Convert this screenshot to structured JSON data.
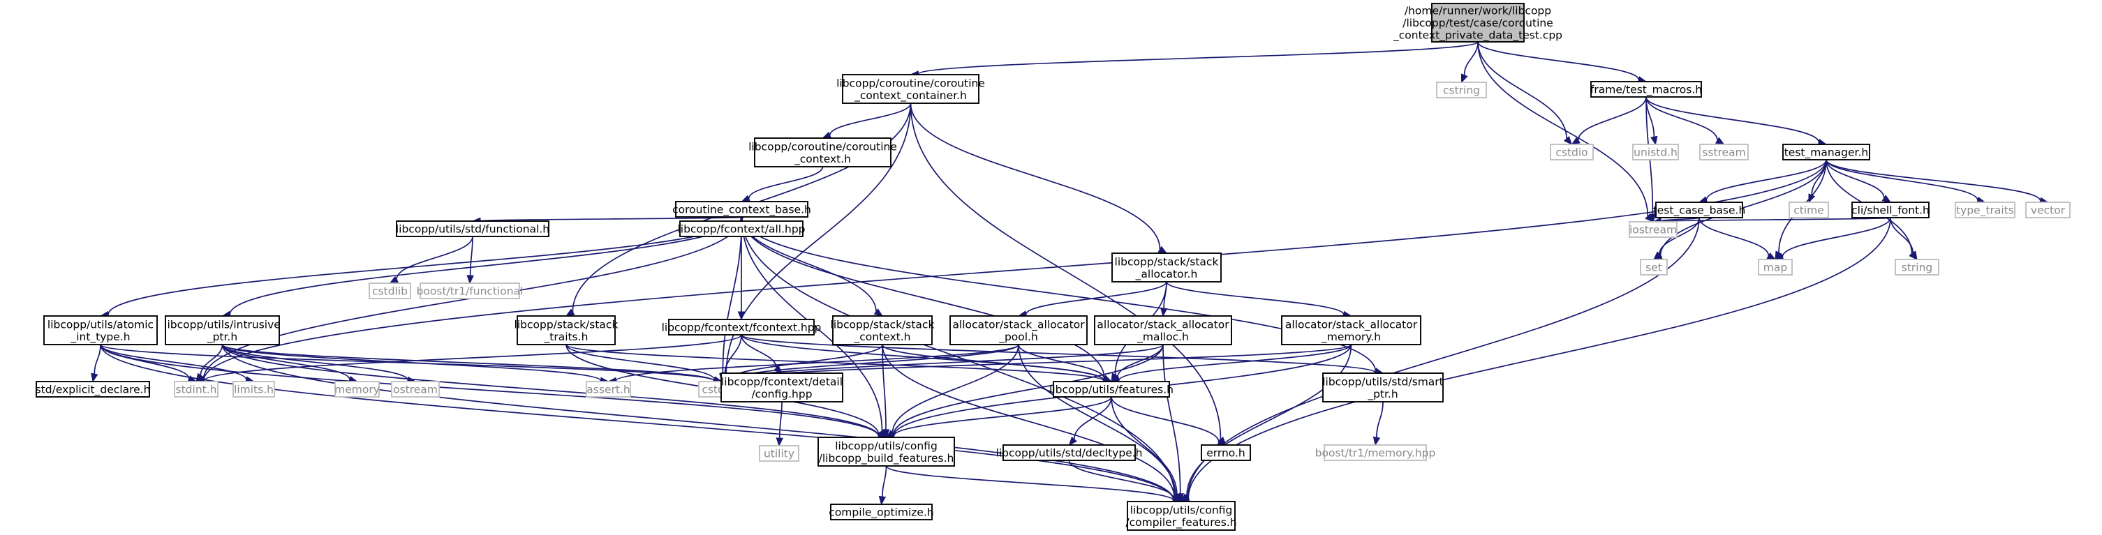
{
  "graph": {
    "nodes": [
      {
        "id": "root",
        "lines": [
          "/home/runner/work/libcopp",
          "/libcopp/test/case/coroutine",
          "_context_private_data_test.cpp"
        ],
        "kind": "root"
      },
      {
        "id": "coroutine_context_container",
        "lines": [
          "libcopp/coroutine/coroutine",
          "_context_container.h"
        ],
        "kind": "header"
      },
      {
        "id": "cstring",
        "lines": [
          "cstring"
        ],
        "kind": "system"
      },
      {
        "id": "frame_test_macros",
        "lines": [
          "frame/test_macros.h"
        ],
        "kind": "header"
      },
      {
        "id": "coroutine_context_h",
        "lines": [
          "libcopp/coroutine/coroutine",
          "_context.h"
        ],
        "kind": "header"
      },
      {
        "id": "cstdio",
        "lines": [
          "cstdio"
        ],
        "kind": "system"
      },
      {
        "id": "unistd",
        "lines": [
          "unistd.h"
        ],
        "kind": "system"
      },
      {
        "id": "sstream",
        "lines": [
          "sstream"
        ],
        "kind": "system"
      },
      {
        "id": "test_manager",
        "lines": [
          "test_manager.h"
        ],
        "kind": "header"
      },
      {
        "id": "coroutine_context_base",
        "lines": [
          "coroutine_context_base.h"
        ],
        "kind": "header"
      },
      {
        "id": "stack_allocator",
        "lines": [
          "libcopp/stack/stack",
          "_allocator.h"
        ],
        "kind": "header"
      },
      {
        "id": "test_case_base",
        "lines": [
          "test_case_base.h"
        ],
        "kind": "header"
      },
      {
        "id": "ctime",
        "lines": [
          "ctime"
        ],
        "kind": "system"
      },
      {
        "id": "shell_font",
        "lines": [
          "cli/shell_font.h"
        ],
        "kind": "header"
      },
      {
        "id": "type_traits",
        "lines": [
          "type_traits"
        ],
        "kind": "system"
      },
      {
        "id": "vector",
        "lines": [
          "vector"
        ],
        "kind": "system"
      },
      {
        "id": "iostream",
        "lines": [
          "iostream"
        ],
        "kind": "system"
      },
      {
        "id": "set",
        "lines": [
          "set"
        ],
        "kind": "system"
      },
      {
        "id": "map",
        "lines": [
          "map"
        ],
        "kind": "system"
      },
      {
        "id": "string",
        "lines": [
          "string"
        ],
        "kind": "system"
      },
      {
        "id": "std_functional",
        "lines": [
          "libcopp/utils/std/functional.h"
        ],
        "kind": "header"
      },
      {
        "id": "fcontext_all",
        "lines": [
          "libcopp/fcontext/all.hpp"
        ],
        "kind": "header"
      },
      {
        "id": "cstdlib",
        "lines": [
          "cstdlib"
        ],
        "kind": "system"
      },
      {
        "id": "boost_tr1_functional",
        "lines": [
          "boost/tr1/functional"
        ],
        "kind": "system"
      },
      {
        "id": "atomic_int_type",
        "lines": [
          "libcopp/utils/atomic",
          "_int_type.h"
        ],
        "kind": "header"
      },
      {
        "id": "intrusive_ptr",
        "lines": [
          "libcopp/utils/intrusive",
          "_ptr.h"
        ],
        "kind": "header"
      },
      {
        "id": "stack_traits",
        "lines": [
          "libcopp/stack/stack",
          "_traits.h"
        ],
        "kind": "header"
      },
      {
        "id": "fcontext_hpp",
        "lines": [
          "libcopp/fcontext/fcontext.hpp"
        ],
        "kind": "header"
      },
      {
        "id": "stack_context",
        "lines": [
          "libcopp/stack/stack",
          "_context.h"
        ],
        "kind": "header"
      },
      {
        "id": "alloc_pool",
        "lines": [
          "allocator/stack_allocator",
          "_pool.h"
        ],
        "kind": "header"
      },
      {
        "id": "alloc_malloc",
        "lines": [
          "allocator/stack_allocator",
          "_malloc.h"
        ],
        "kind": "header"
      },
      {
        "id": "alloc_memory",
        "lines": [
          "allocator/stack_allocator",
          "_memory.h"
        ],
        "kind": "header"
      },
      {
        "id": "explicit_declare",
        "lines": [
          "std/explicit_declare.h"
        ],
        "kind": "header"
      },
      {
        "id": "stdint",
        "lines": [
          "stdint.h"
        ],
        "kind": "system"
      },
      {
        "id": "limits",
        "lines": [
          "limits.h"
        ],
        "kind": "system"
      },
      {
        "id": "memory",
        "lines": [
          "memory"
        ],
        "kind": "system"
      },
      {
        "id": "ostream",
        "lines": [
          "ostream"
        ],
        "kind": "system"
      },
      {
        "id": "assert",
        "lines": [
          "assert.h"
        ],
        "kind": "system"
      },
      {
        "id": "cstddef",
        "lines": [
          "cstddef"
        ],
        "kind": "system"
      },
      {
        "id": "detail_config",
        "lines": [
          "libcopp/fcontext/detail",
          "/config.hpp"
        ],
        "kind": "header"
      },
      {
        "id": "features",
        "lines": [
          "libcopp/utils/features.h"
        ],
        "kind": "header"
      },
      {
        "id": "smart_ptr",
        "lines": [
          "libcopp/utils/std/smart",
          "_ptr.h"
        ],
        "kind": "header"
      },
      {
        "id": "utility",
        "lines": [
          "utility"
        ],
        "kind": "system"
      },
      {
        "id": "build_features",
        "lines": [
          "libcopp/utils/config",
          "/libcopp_build_features.h"
        ],
        "kind": "header"
      },
      {
        "id": "decltype",
        "lines": [
          "libcopp/utils/std/decltype.h"
        ],
        "kind": "header"
      },
      {
        "id": "errno",
        "lines": [
          "errno.h"
        ],
        "kind": "header"
      },
      {
        "id": "boost_tr1_memory",
        "lines": [
          "boost/tr1/memory.hpp"
        ],
        "kind": "system"
      },
      {
        "id": "compile_optimize",
        "lines": [
          "compile_optimize.h"
        ],
        "kind": "header"
      },
      {
        "id": "compiler_features",
        "lines": [
          "libcopp/utils/config",
          "/compiler_features.h"
        ],
        "kind": "header"
      }
    ],
    "edges": [
      [
        "root",
        "coroutine_context_container"
      ],
      [
        "root",
        "cstring"
      ],
      [
        "root",
        "frame_test_macros"
      ],
      [
        "root",
        "cstdio"
      ],
      [
        "root",
        "iostream"
      ],
      [
        "frame_test_macros",
        "cstdio"
      ],
      [
        "frame_test_macros",
        "unistd"
      ],
      [
        "frame_test_macros",
        "sstream"
      ],
      [
        "frame_test_macros",
        "test_manager"
      ],
      [
        "frame_test_macros",
        "iostream"
      ],
      [
        "test_manager",
        "test_case_base"
      ],
      [
        "test_manager",
        "ctime"
      ],
      [
        "test_manager",
        "shell_font"
      ],
      [
        "test_manager",
        "type_traits"
      ],
      [
        "test_manager",
        "vector"
      ],
      [
        "test_manager",
        "map"
      ],
      [
        "test_manager",
        "set"
      ],
      [
        "test_manager",
        "string"
      ],
      [
        "test_manager",
        "stdint"
      ],
      [
        "test_case_base",
        "iostream"
      ],
      [
        "test_case_base",
        "set"
      ],
      [
        "test_case_base",
        "map"
      ],
      [
        "test_case_base",
        "compiler_features"
      ],
      [
        "shell_font",
        "map"
      ],
      [
        "shell_font",
        "string"
      ],
      [
        "shell_font",
        "iostream"
      ],
      [
        "shell_font",
        "compiler_features"
      ],
      [
        "coroutine_context_container",
        "coroutine_context_h"
      ],
      [
        "coroutine_context_container",
        "stack_allocator"
      ],
      [
        "coroutine_context_container",
        "stack_traits"
      ],
      [
        "coroutine_context_container",
        "cstddef"
      ],
      [
        "coroutine_context_container",
        "errno"
      ],
      [
        "coroutine_context_h",
        "coroutine_context_base"
      ],
      [
        "coroutine_context_base",
        "std_functional"
      ],
      [
        "coroutine_context_base",
        "fcontext_all"
      ],
      [
        "coroutine_context_base",
        "atomic_int_type"
      ],
      [
        "coroutine_context_base",
        "intrusive_ptr"
      ],
      [
        "coroutine_context_base",
        "stack_context"
      ],
      [
        "coroutine_context_base",
        "cstddef"
      ],
      [
        "coroutine_context_base",
        "stdint"
      ],
      [
        "coroutine_context_base",
        "smart_ptr"
      ],
      [
        "coroutine_context_base",
        "features"
      ],
      [
        "coroutine_context_base",
        "build_features"
      ],
      [
        "coroutine_context_base",
        "compiler_features"
      ],
      [
        "std_functional",
        "cstdlib"
      ],
      [
        "std_functional",
        "boost_tr1_functional"
      ],
      [
        "fcontext_all",
        "fcontext_hpp"
      ],
      [
        "fcontext_hpp",
        "cstddef"
      ],
      [
        "fcontext_hpp",
        "detail_config"
      ],
      [
        "fcontext_hpp",
        "features"
      ],
      [
        "fcontext_hpp",
        "stdint"
      ],
      [
        "fcontext_hpp",
        "smart_ptr"
      ],
      [
        "detail_config",
        "utility"
      ],
      [
        "atomic_int_type",
        "explicit_declare"
      ],
      [
        "atomic_int_type",
        "stdint"
      ],
      [
        "atomic_int_type",
        "limits"
      ],
      [
        "atomic_int_type",
        "cstddef"
      ],
      [
        "atomic_int_type",
        "build_features"
      ],
      [
        "atomic_int_type",
        "compiler_features"
      ],
      [
        "intrusive_ptr",
        "memory"
      ],
      [
        "intrusive_ptr",
        "ostream"
      ],
      [
        "intrusive_ptr",
        "assert"
      ],
      [
        "intrusive_ptr",
        "cstddef"
      ],
      [
        "intrusive_ptr",
        "stdint"
      ],
      [
        "intrusive_ptr",
        "build_features"
      ],
      [
        "intrusive_ptr",
        "compiler_features"
      ],
      [
        "stack_traits",
        "cstddef"
      ],
      [
        "stack_traits",
        "features"
      ],
      [
        "stack_traits",
        "build_features"
      ],
      [
        "stack_context",
        "cstddef"
      ],
      [
        "stack_context",
        "features"
      ],
      [
        "stack_context",
        "build_features"
      ],
      [
        "stack_context",
        "compiler_features"
      ],
      [
        "stack_allocator",
        "alloc_pool"
      ],
      [
        "stack_allocator",
        "alloc_malloc"
      ],
      [
        "stack_allocator",
        "alloc_memory"
      ],
      [
        "stack_allocator",
        "features"
      ],
      [
        "alloc_pool",
        "cstddef"
      ],
      [
        "alloc_pool",
        "assert"
      ],
      [
        "alloc_pool",
        "features"
      ],
      [
        "alloc_pool",
        "build_features"
      ],
      [
        "alloc_pool",
        "compiler_features"
      ],
      [
        "alloc_malloc",
        "cstddef"
      ],
      [
        "alloc_malloc",
        "features"
      ],
      [
        "alloc_malloc",
        "build_features"
      ],
      [
        "alloc_malloc",
        "compiler_features"
      ],
      [
        "alloc_memory",
        "cstddef"
      ],
      [
        "alloc_memory",
        "features"
      ],
      [
        "alloc_memory",
        "build_features"
      ],
      [
        "alloc_memory",
        "compiler_features"
      ],
      [
        "features",
        "build_features"
      ],
      [
        "features",
        "decltype"
      ],
      [
        "features",
        "errno"
      ],
      [
        "features",
        "compiler_features"
      ],
      [
        "smart_ptr",
        "boost_tr1_memory"
      ],
      [
        "build_features",
        "compile_optimize"
      ],
      [
        "build_features",
        "compiler_features"
      ],
      [
        "decltype",
        "compiler_features"
      ]
    ]
  }
}
